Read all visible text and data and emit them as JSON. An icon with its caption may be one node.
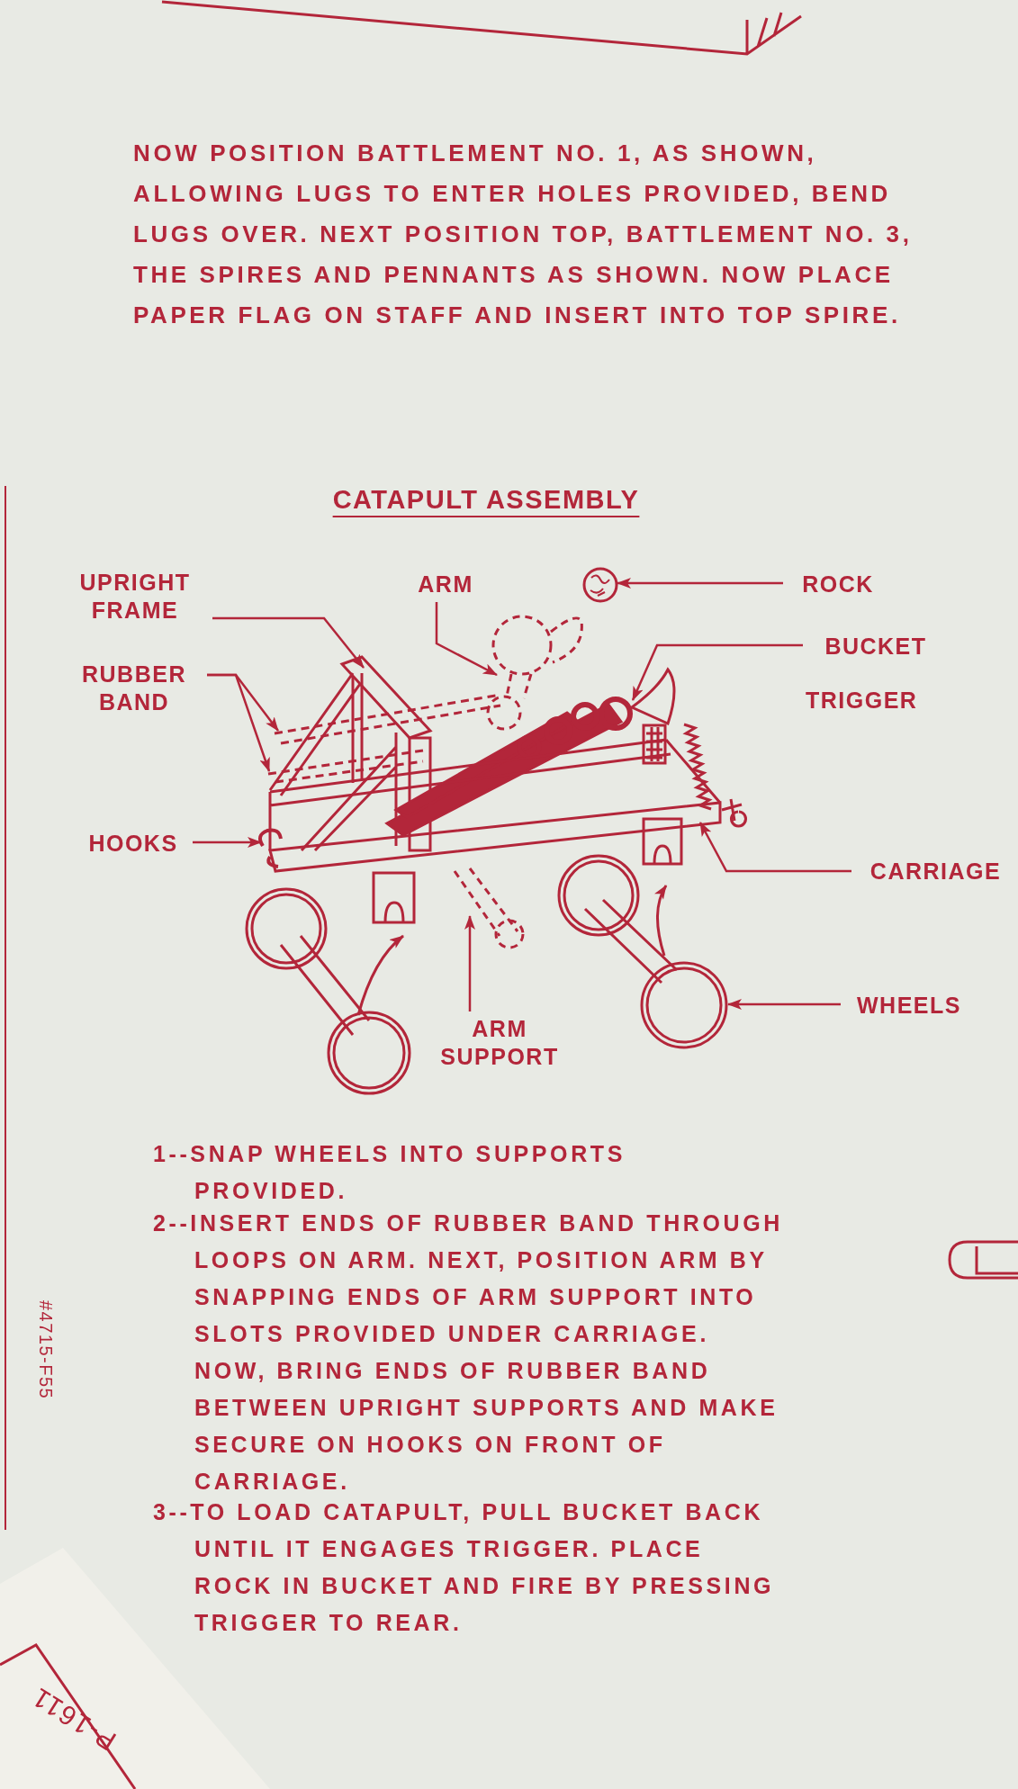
{
  "diagram": {
    "title": "CATAPULT ASSEMBLY",
    "nodes": [
      {
        "text": [
          "UPRIGHT FRAME"
        ]
      },
      {
        "text": [],
        "shape": "picture"
      },
      {
        "text": [
          "ARM"
        ]
      },
      {
        "text": [],
        "shape": "picture"
      },
      {
        "text": [
          "ROCK"
        ]
      },
      {
        "text": [],
        "shape": "picture"
      },
      {
        "text": [
          "RUBBER BAND"
        ]
      },
      {
        "text": [],
        "shape": "picture"
      },
      {
        "text": [
          "BUCKET"
        ]
      },
      {
        "text": [],
        "shape": "picture"
      },
      {
        "text": [
          "HOOKS"
        ]
      },
      {
        "text": [],
        "shape": "picture"
      },
      {
        "text": [
          "CARRIAGE"
        ]
      },
      {
        "text": [],
        "shape": "picture"
      },
      {
        "text": [
          "WHEELS"
        ]
      },
      {
        "text": [],
        "shape": "picture"
      },
      {
        "text": [
          "ARM SUPPORT"
        ]
      },
      {
        "text": [],
        "shape": "picture"
      }
    ],
    "edges": [
      {
        "from": 0,
        "to": 1,
        "arrow": "to"
      },
      {
        "from": 2,
        "to": 3,
        "arrow": "to"
      },
      {
        "from": 4,
        "to": 5,
        "arrow": "to"
      },
      {
        "from": 6,
        "to": 7,
        "arrow": "to"
      },
      {
        "from": 6,
        "to": 7,
        "arrow": "to"
      },
      {
        "from": 8,
        "to": 9,
        "arrow": "to"
      },
      {
        "from": 10,
        "to": 11,
        "arrow": "to"
      },
      {
        "from": 12,
        "to": 13,
        "arrow": "to"
      },
      {
        "from": 14,
        "to": 15,
        "arrow": "to"
      },
      {
        "from": 16,
        "to": 17,
        "arrow": "to"
      }
    ],
    "labels": [
      "NOW POSITION BATTLEMENT NO. 1, AS SHOWN, ALLOWING LUGS TO ENTER HOLES PROVIDED, BEND LUGS OVER. NEXT POSITION TOP, BATTLEMENT NO. 3, THE SPIRES AND PENNANTS AS SHOWN. NOW PLACE PAPER FLAG ON STAFF AND INSERT INTO TOP SPIRE.",
      "TRIGGER",
      "1--SNAP WHEELS INTO SUPPORTS PROVIDED.",
      "2--INSERT ENDS OF RUBBER BAND THROUGH LOOPS ON ARM. NEXT, POSITION ARM BY SNAPPING ENDS OF ARM SUPPORT INTO SLOTS PROVIDED UNDER CARRIAGE. NOW, BRING ENDS OF RUBBER BAND BETWEEN UPRIGHT SUPPORTS AND MAKE SECURE ON HOOKS ON FRONT OF CARRIAGE.",
      "3--TO LOAD CATAPULT, PULL BUCKET BACK UNTIL IT ENGAGES TRIGGER. PLACE ROCK IN BUCKET AND FIRE BY PRESSING TRIGGER TO REAR.",
      "#4715-F55",
      "P-1611"
    ]
  }
}
